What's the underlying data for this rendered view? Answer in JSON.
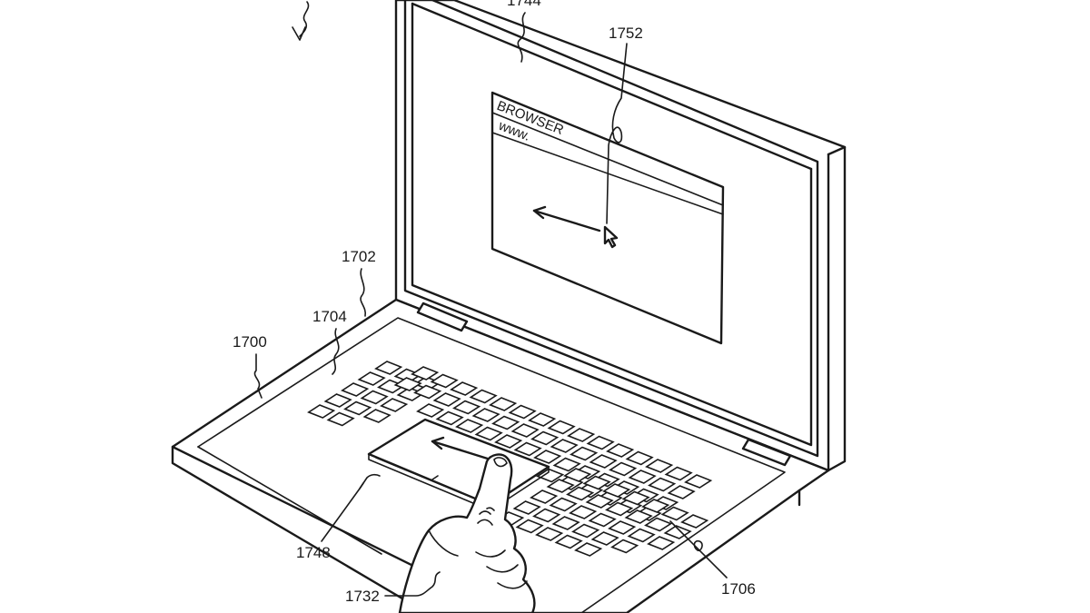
{
  "labels": {
    "ref_1744": "1744",
    "ref_1752": "1752",
    "ref_1702": "1702",
    "ref_1704": "1704",
    "ref_1700": "1700",
    "ref_1748": "1748",
    "ref_1732": "1732",
    "ref_1706": "1706"
  },
  "browser": {
    "title": "BROWSER",
    "address": "www."
  }
}
